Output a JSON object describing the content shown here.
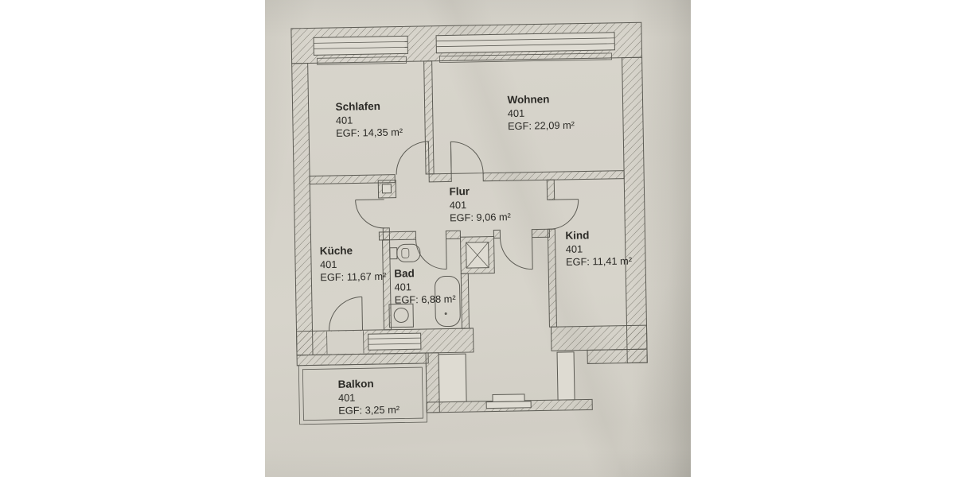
{
  "photo": {
    "description": "photographed paper floor plan",
    "paper_color": "#d5d2c9",
    "background_color": "#ffffff"
  },
  "plan": {
    "colors": {
      "line": "#5c5b54",
      "hatch": "#7a786e",
      "text": "#2b2a26",
      "light_fill": "#dedbd2"
    },
    "rooms": [
      {
        "name": "Schlafen",
        "unit": "401",
        "area": "EGF: 14,35 m²"
      },
      {
        "name": "Wohnen",
        "unit": "401",
        "area": "EGF: 22,09 m²"
      },
      {
        "name": "Flur",
        "unit": "401",
        "area": "EGF: 9,06 m²"
      },
      {
        "name": "Küche",
        "unit": "401",
        "area": "EGF: 11,67 m²"
      },
      {
        "name": "Bad",
        "unit": "401",
        "area": "EGF: 6,88 m²"
      },
      {
        "name": "Kind",
        "unit": "401",
        "area": "EGF: 11,41 m²"
      },
      {
        "name": "Balkon",
        "unit": "401",
        "area": "EGF: 3,25 m²"
      }
    ]
  }
}
